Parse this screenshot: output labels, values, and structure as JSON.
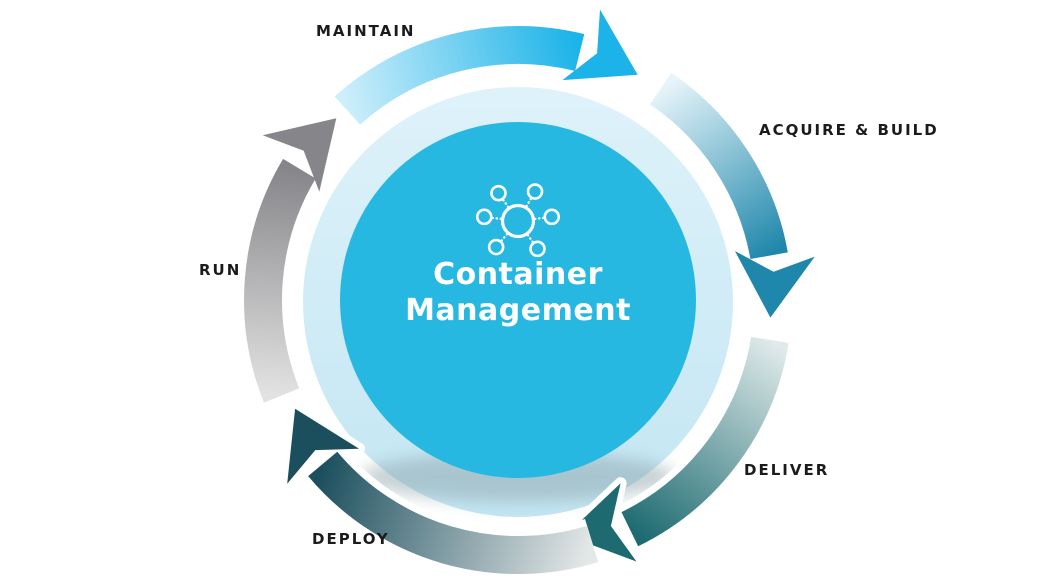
{
  "diagram": {
    "type": "cycle",
    "title_line1": "Container",
    "title_line2": "Management",
    "center_icon": "hub-network-icon",
    "colors": {
      "background": "#ffffff",
      "center_circle": "#27b8e2",
      "halo_ring_top": "#def2fa",
      "halo_ring_bottom": "#c3e6f3",
      "title_text": "#ffffff",
      "label_text": "#1b1b1d",
      "icon_stroke": "#ffffff"
    },
    "arrows": [
      {
        "id": "maintain",
        "label": "MAINTAIN",
        "head_color": "#1cb3e8",
        "tail_color": "#cdeefb",
        "start_deg": 228,
        "end_deg": 284,
        "tip_deg": 298,
        "tip_radius": 255
      },
      {
        "id": "acquire-build",
        "label": "ACQUIRE & BUILD",
        "head_color": "#1f87ab",
        "tail_color": "#e7f5fa",
        "start_deg": 304,
        "end_deg": 350,
        "tip_deg": 364,
        "tip_radius": 253
      },
      {
        "id": "deliver",
        "label": "DELIVER",
        "head_color": "#1d6b71",
        "tail_color": "#e0eaea",
        "start_deg": 369,
        "end_deg": 424,
        "tip_deg": 438.5,
        "tip_radius": 240
      },
      {
        "id": "deploy",
        "label": "DEPLOY",
        "head_color": "#1c4f5e",
        "tail_color": "#e5e8e8",
        "start_deg": 433,
        "end_deg": 500,
        "tip_deg": 514,
        "tip_radius": 248
      },
      {
        "id": "run",
        "label": "RUN",
        "head_color": "#86868a",
        "tail_color": "#e2e2e2",
        "start_deg": 518,
        "end_deg": 571,
        "tip_deg": 585,
        "tip_radius": 257
      }
    ],
    "cycle_order": [
      "MAINTAIN",
      "ACQUIRE & BUILD",
      "DELIVER",
      "DEPLOY",
      "RUN"
    ]
  }
}
